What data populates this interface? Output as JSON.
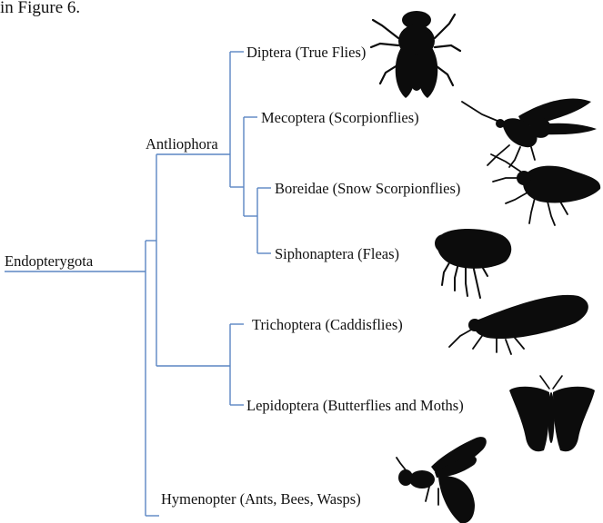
{
  "caption": "in Figure 6.",
  "nodes": {
    "root": "Endopterygota",
    "antliophora": "Antliophora"
  },
  "taxa": {
    "diptera": "Diptera (True Flies)",
    "mecoptera": "Mecoptera (Scorpionflies)",
    "boreidae": "Boreidae (Snow Scorpionflies)",
    "siphonaptera": "Siphonaptera (Fleas)",
    "trichoptera": "Trichoptera (Caddisflies)",
    "lepidoptera": "Lepidoptera (Butterflies and Moths)",
    "hymenoptera": "Hymenopter (Ants, Bees, Wasps)"
  },
  "silhouettes": [
    "fly-icon",
    "scorpionfly-icon",
    "snow-scorpionfly-icon",
    "flea-icon",
    "caddisfly-icon",
    "butterfly-icon",
    "wasp-icon"
  ],
  "colors": {
    "branch": "#5b86c3",
    "silhouette": "#0c0c0c"
  }
}
